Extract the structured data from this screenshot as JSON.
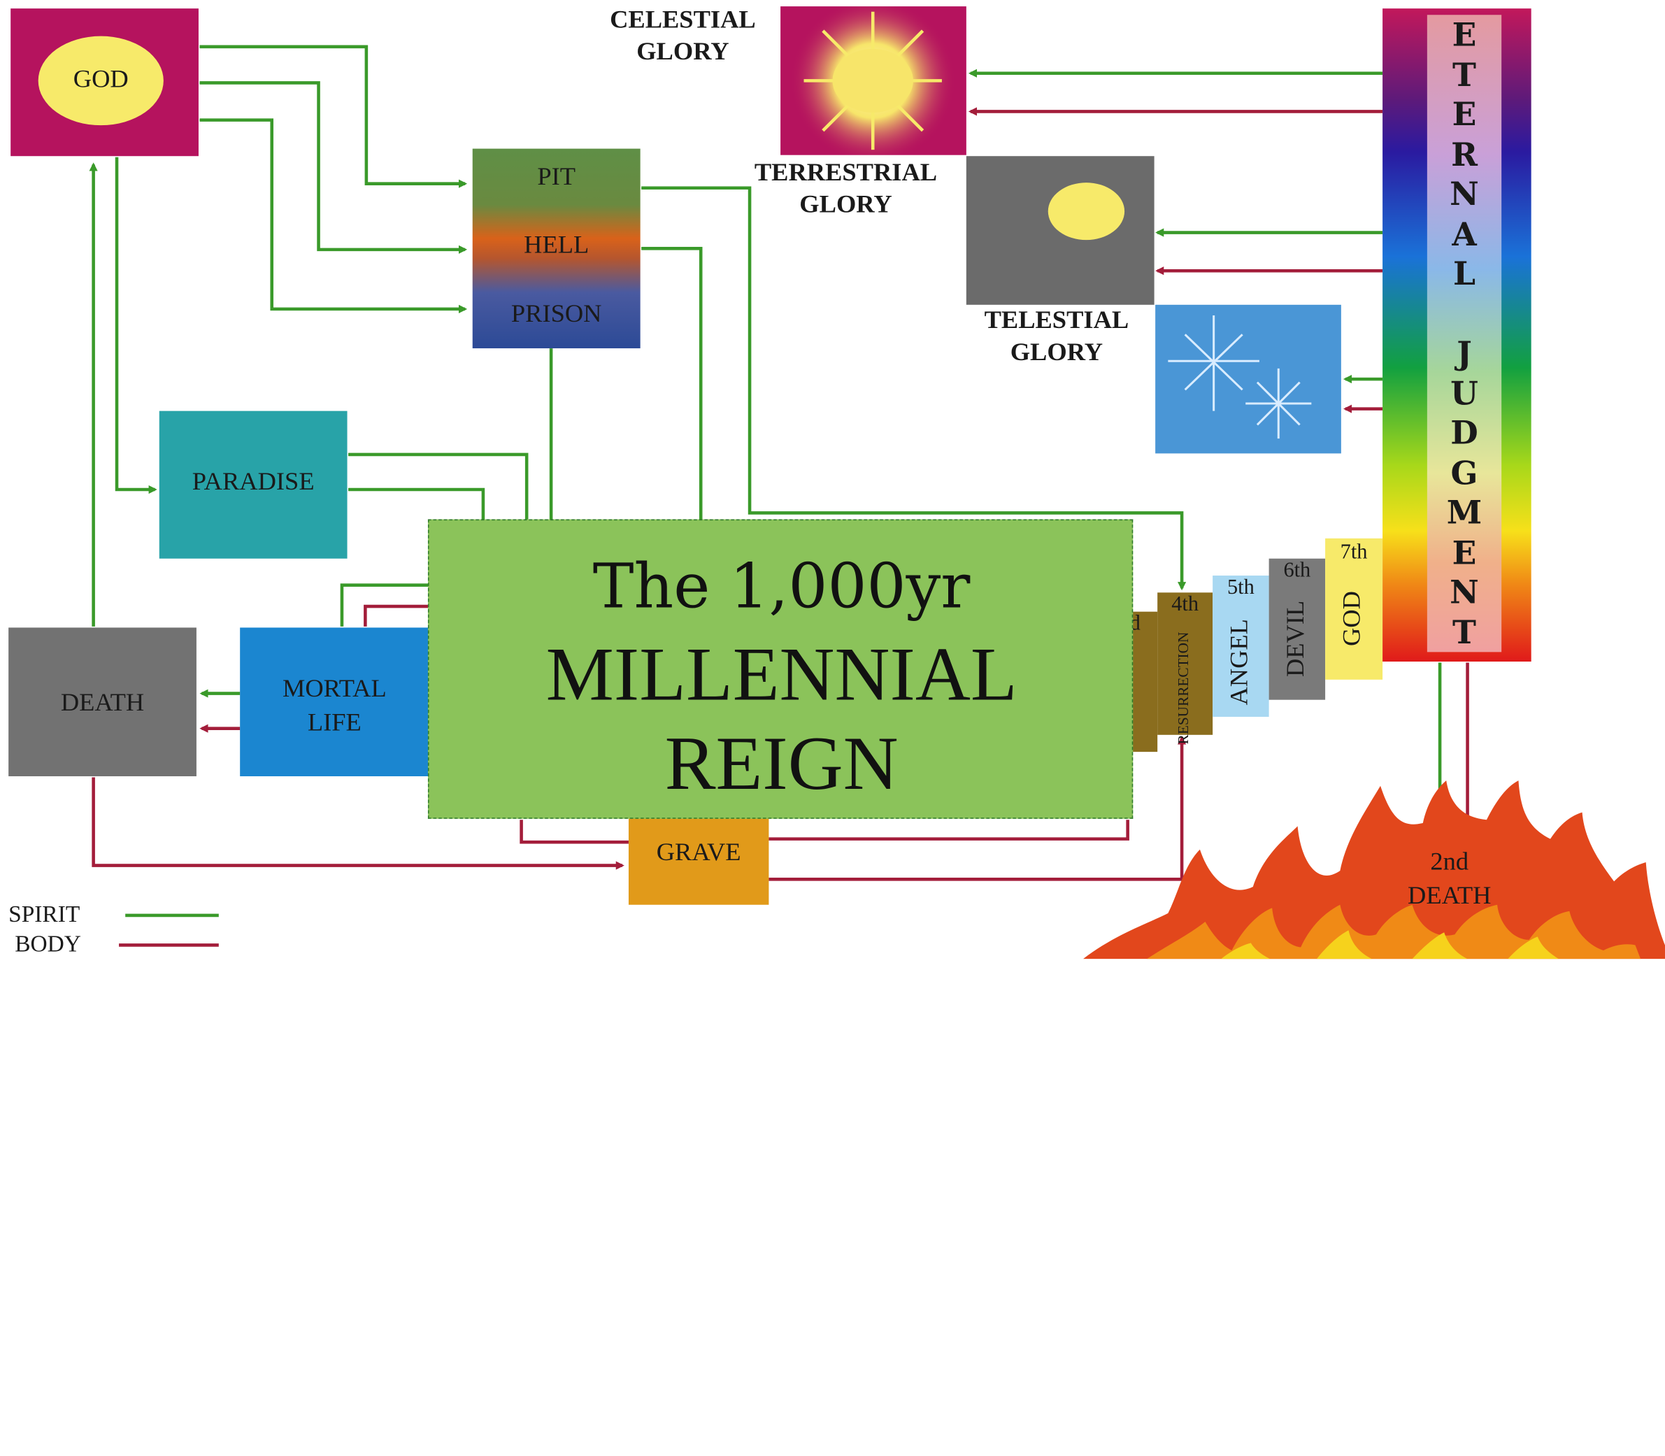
{
  "nodes": {
    "god": "GOD",
    "celestial": "CELESTIAL\nGLORY",
    "terrestrial": "TERRESTRIAL\nGLORY",
    "telestial": "TELESTIAL\nGLORY",
    "pit": "PIT",
    "hell": "HELL",
    "prison": "PRISON",
    "paradise": "PARADISE",
    "death": "DEATH",
    "mortal_life": "MORTAL\nLIFE",
    "grave": "GRAVE",
    "second_death": "2nd\nDEATH",
    "eternal_judgment_letters": [
      "E",
      "T",
      "E",
      "R",
      "N",
      "A",
      "L",
      "",
      "J",
      "U",
      "D",
      "G",
      "M",
      "E",
      "N",
      "T"
    ]
  },
  "stages": [
    {
      "num": "d",
      "label": ""
    },
    {
      "num": "4th",
      "label": "RESURRECTION"
    },
    {
      "num": "5th",
      "label": "ANGEL"
    },
    {
      "num": "6th",
      "label": "DEVIL"
    },
    {
      "num": "7th",
      "label": "GOD"
    }
  ],
  "overlay": {
    "line1_a": "The ",
    "line1_b": "1,000yr",
    "line2": "MILLENNIAL",
    "line3": "REIGN"
  },
  "legend": {
    "spirit": "SPIRIT",
    "body": "BODY"
  },
  "colors": {
    "spirit": "#3a9a2a",
    "body": "#a31d3a",
    "god_box": "#b5135e",
    "god_sun": "#f7ea6a",
    "paradise": "#28a3a8",
    "death": "#727272",
    "mortal": "#1b86d0",
    "grave": "#e19a1a",
    "overlay": "#8bc35a",
    "telestial": "#4a96d6",
    "terrestrial": "#6b6b6b"
  }
}
